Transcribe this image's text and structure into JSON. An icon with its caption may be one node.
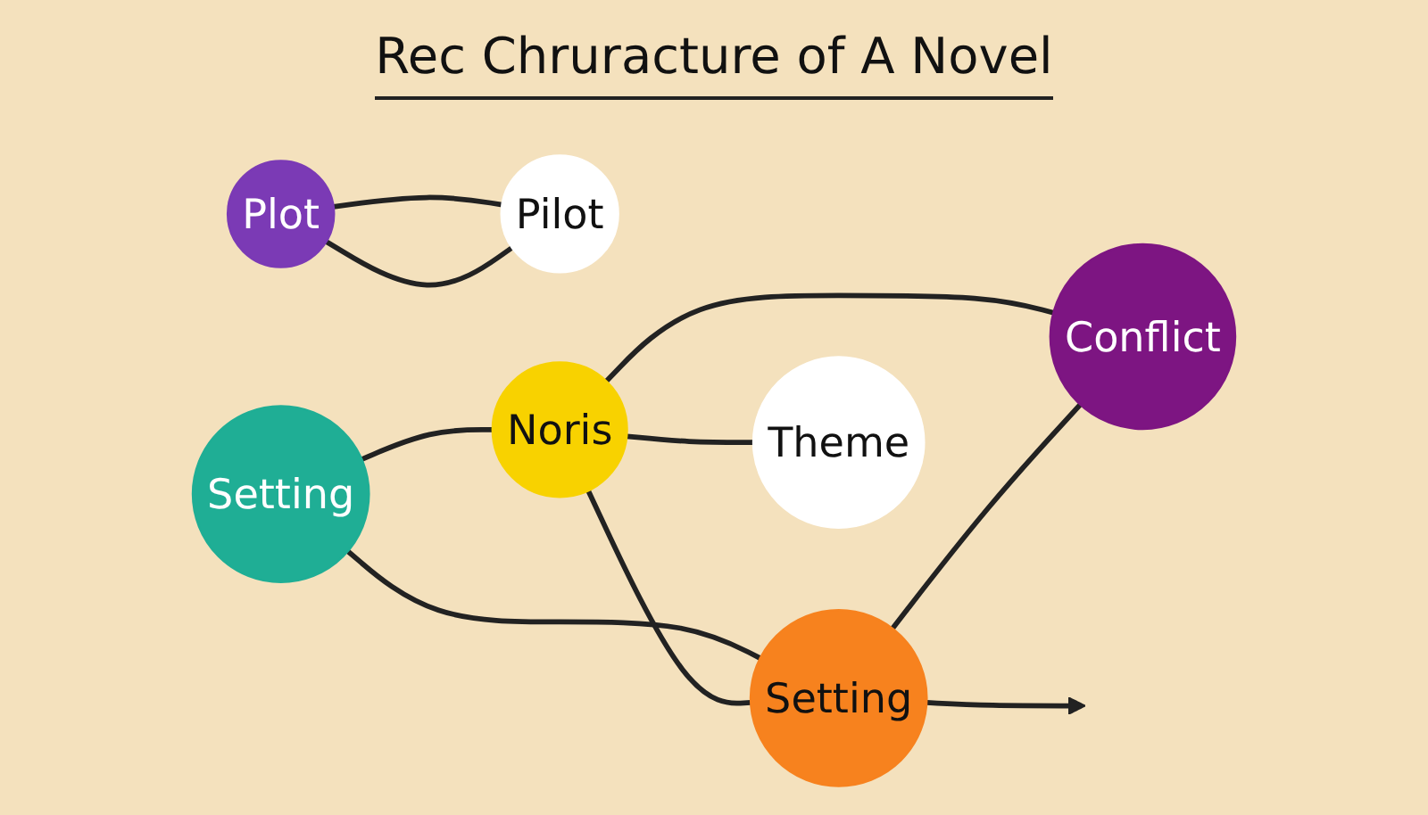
{
  "diagram": {
    "title": "Rec Chruracture of A Novel",
    "nodes": [
      {
        "text": [
          "Plot"
        ]
      },
      {
        "text": [
          "Pilot"
        ]
      },
      {
        "text": [
          "Setting"
        ]
      },
      {
        "text": [
          "Noris"
        ]
      },
      {
        "text": [
          "Setting"
        ]
      },
      {
        "text": [
          "Theme"
        ]
      },
      {
        "text": [
          "Conflict"
        ]
      }
    ],
    "edges": [
      {
        "from": 0,
        "to": 1,
        "arrow": "none"
      },
      {
        "from": 0,
        "to": 1,
        "arrow": "none"
      },
      {
        "from": 2,
        "to": 3,
        "arrow": "none"
      },
      {
        "from": 2,
        "to": 4,
        "arrow": "none"
      },
      {
        "from": 3,
        "to": 4,
        "arrow": "none"
      },
      {
        "from": 3,
        "to": 5,
        "arrow": "none"
      },
      {
        "from": 3,
        "to": 6,
        "arrow": "none"
      },
      {
        "from": 4,
        "to": 6,
        "arrow": "none"
      },
      {
        "from": 4,
        "to": null,
        "arrow": "to"
      }
    ]
  }
}
